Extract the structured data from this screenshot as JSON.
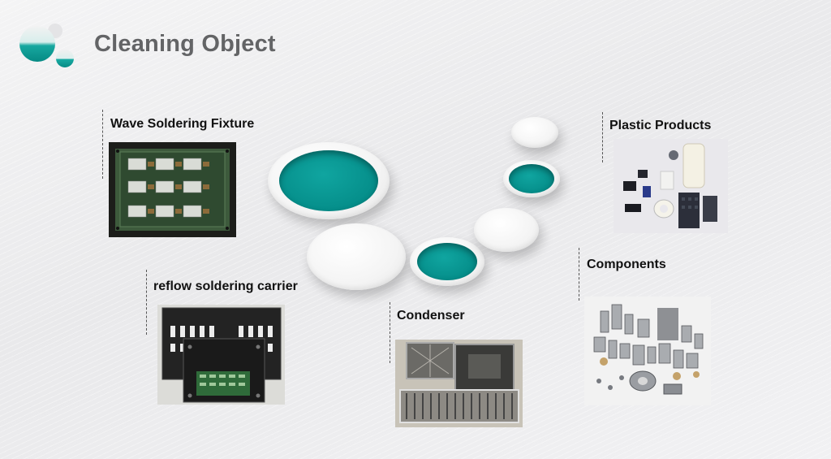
{
  "title": "Cleaning Object",
  "colors": {
    "accent": "#058e8a",
    "title_text": "#636466"
  },
  "items": [
    {
      "label": "Wave Soldering Fixture",
      "image_icon": "fixture-photo"
    },
    {
      "label": "reflow soldering carrier",
      "image_icon": "carrier-photo"
    },
    {
      "label": "Condenser",
      "image_icon": "condenser-photo"
    },
    {
      "label": "Plastic Products",
      "image_icon": "plastic-photo"
    },
    {
      "label": "Components",
      "image_icon": "components-photo"
    }
  ]
}
